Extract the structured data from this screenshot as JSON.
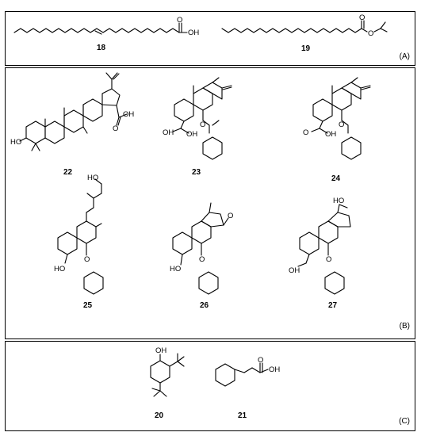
{
  "panels": [
    {
      "label": "(A)"
    },
    {
      "label": "(B)"
    },
    {
      "label": "(C)"
    }
  ],
  "compounds": [
    "18",
    "19",
    "22",
    "23",
    "24",
    "25",
    "26",
    "27",
    "20",
    "21"
  ],
  "atoms": {
    "oh": "OH",
    "ho": "HO",
    "o": "O"
  }
}
